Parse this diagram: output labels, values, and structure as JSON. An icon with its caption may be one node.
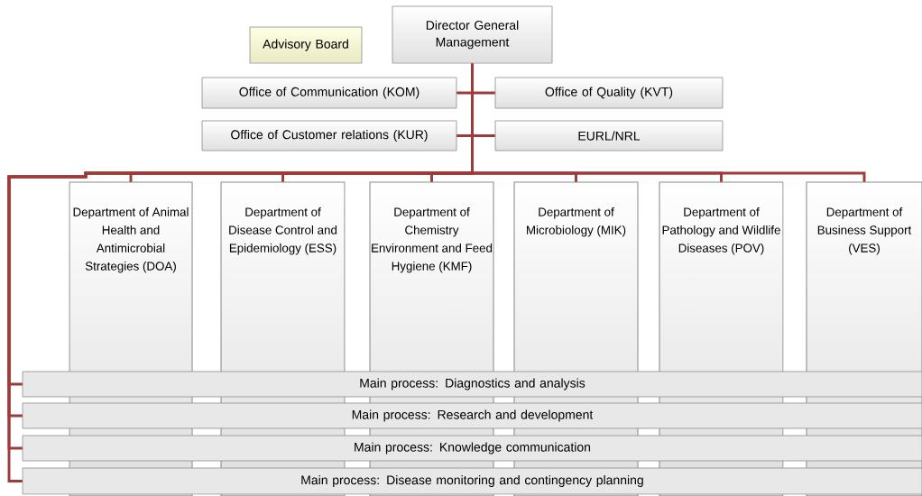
{
  "diagram": {
    "nodes": [
      {
        "text": [
          "Director General Management"
        ]
      },
      {
        "text": [
          "Advisory Board"
        ]
      },
      {
        "text": [
          "Office of Communication (KOM)"
        ]
      },
      {
        "text": [
          "Office of Quality (KVT)"
        ]
      },
      {
        "text": [
          "Office of Customer relations (KUR)"
        ]
      },
      {
        "text": [
          "EURL/NRL"
        ]
      },
      {
        "text": [
          "Department of Animal Health and Antimicrobial Strategies (DOA)"
        ]
      },
      {
        "text": [
          "Department of Disease Control and Epidemiology (ESS)"
        ]
      },
      {
        "text": [
          "Department of Chemistry Environment and Feed Hygiene (KMF)"
        ]
      },
      {
        "text": [
          "Department of Microbiology (MIK)"
        ]
      },
      {
        "text": [
          "Department of Pathology and Wildlife Diseases (POV)"
        ]
      },
      {
        "text": [
          "Department of Business Support (VES)"
        ]
      },
      {
        "text": [
          "Main process: Diagnostics and analysis"
        ]
      },
      {
        "text": [
          "Main process: Research and development"
        ]
      },
      {
        "text": [
          "Main process: Knowledge communication"
        ]
      },
      {
        "text": [
          "Main process: Disease monitoring and contingency planning"
        ]
      }
    ],
    "edges": [
      {
        "from": 0,
        "to": 2,
        "arrow": "none"
      },
      {
        "from": 0,
        "to": 3,
        "arrow": "none"
      },
      {
        "from": 0,
        "to": 4,
        "arrow": "none"
      },
      {
        "from": 0,
        "to": 5,
        "arrow": "none"
      },
      {
        "from": 0,
        "to": 6,
        "arrow": "none"
      },
      {
        "from": 0,
        "to": 7,
        "arrow": "none"
      },
      {
        "from": 0,
        "to": 8,
        "arrow": "none"
      },
      {
        "from": 0,
        "to": 9,
        "arrow": "none"
      },
      {
        "from": 0,
        "to": 10,
        "arrow": "none"
      },
      {
        "from": 0,
        "to": 11,
        "arrow": "none"
      },
      {
        "from": 0,
        "to": 12,
        "arrow": "none"
      },
      {
        "from": 0,
        "to": 13,
        "arrow": "none"
      },
      {
        "from": 0,
        "to": 14,
        "arrow": "none"
      },
      {
        "from": 0,
        "to": 15,
        "arrow": "none"
      }
    ]
  }
}
